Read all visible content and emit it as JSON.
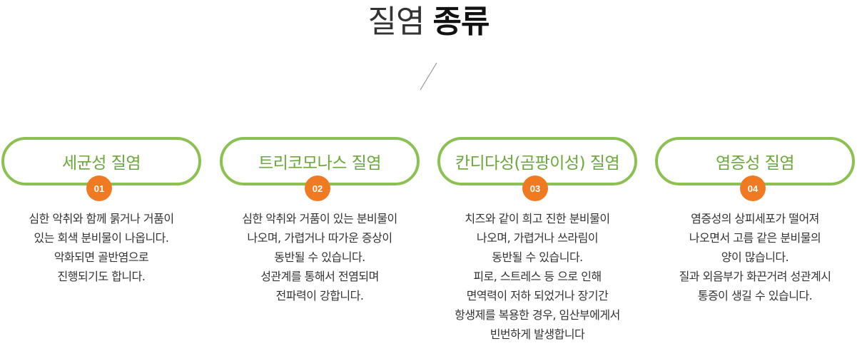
{
  "header": {
    "title_light": "질염",
    "title_bold": "종류"
  },
  "colors": {
    "accent_green": "#8cc152",
    "label_green": "#6aa839",
    "badge_orange": "#f07a22"
  },
  "cards": [
    {
      "title": "세균성 질염",
      "number": "01",
      "lines": [
        "심한 악취와 함께 묽거나 거품이",
        "있는 회색 분비물이 나옵니다.",
        "악화되면 골반염으로",
        "진행되기도 합니다."
      ]
    },
    {
      "title": "트리코모나스 질염",
      "number": "02",
      "lines": [
        "심한 악취와 거품이 있는 분비물이",
        "나오며, 가렵거나 따가운 증상이",
        "동반될 수 있습니다.",
        "성관계를 통해서 전염되며",
        "전파력이 강합니다."
      ]
    },
    {
      "title": "칸디다성(곰팡이성) 질염",
      "number": "03",
      "lines": [
        "치즈와 같이 희고 진한 분비물이",
        "나오며, 가렵거나 쓰라림이",
        "동반될 수 있습니다.",
        "피로, 스트레스 등 으로 인해",
        "면역력이 저하 되었거나 장기간",
        "항생제를 복용한 경우, 임산부에게서",
        "빈번하게 발생합니다"
      ]
    },
    {
      "title": "염증성 질염",
      "number": "04",
      "lines": [
        "염증성의 상피세포가 떨어져",
        "나오면서 고름 같은 분비물의",
        "양이 많습니다.",
        "질과 외음부가 화끈거려 성관계시",
        "통증이 생길 수 있습니다."
      ]
    }
  ]
}
